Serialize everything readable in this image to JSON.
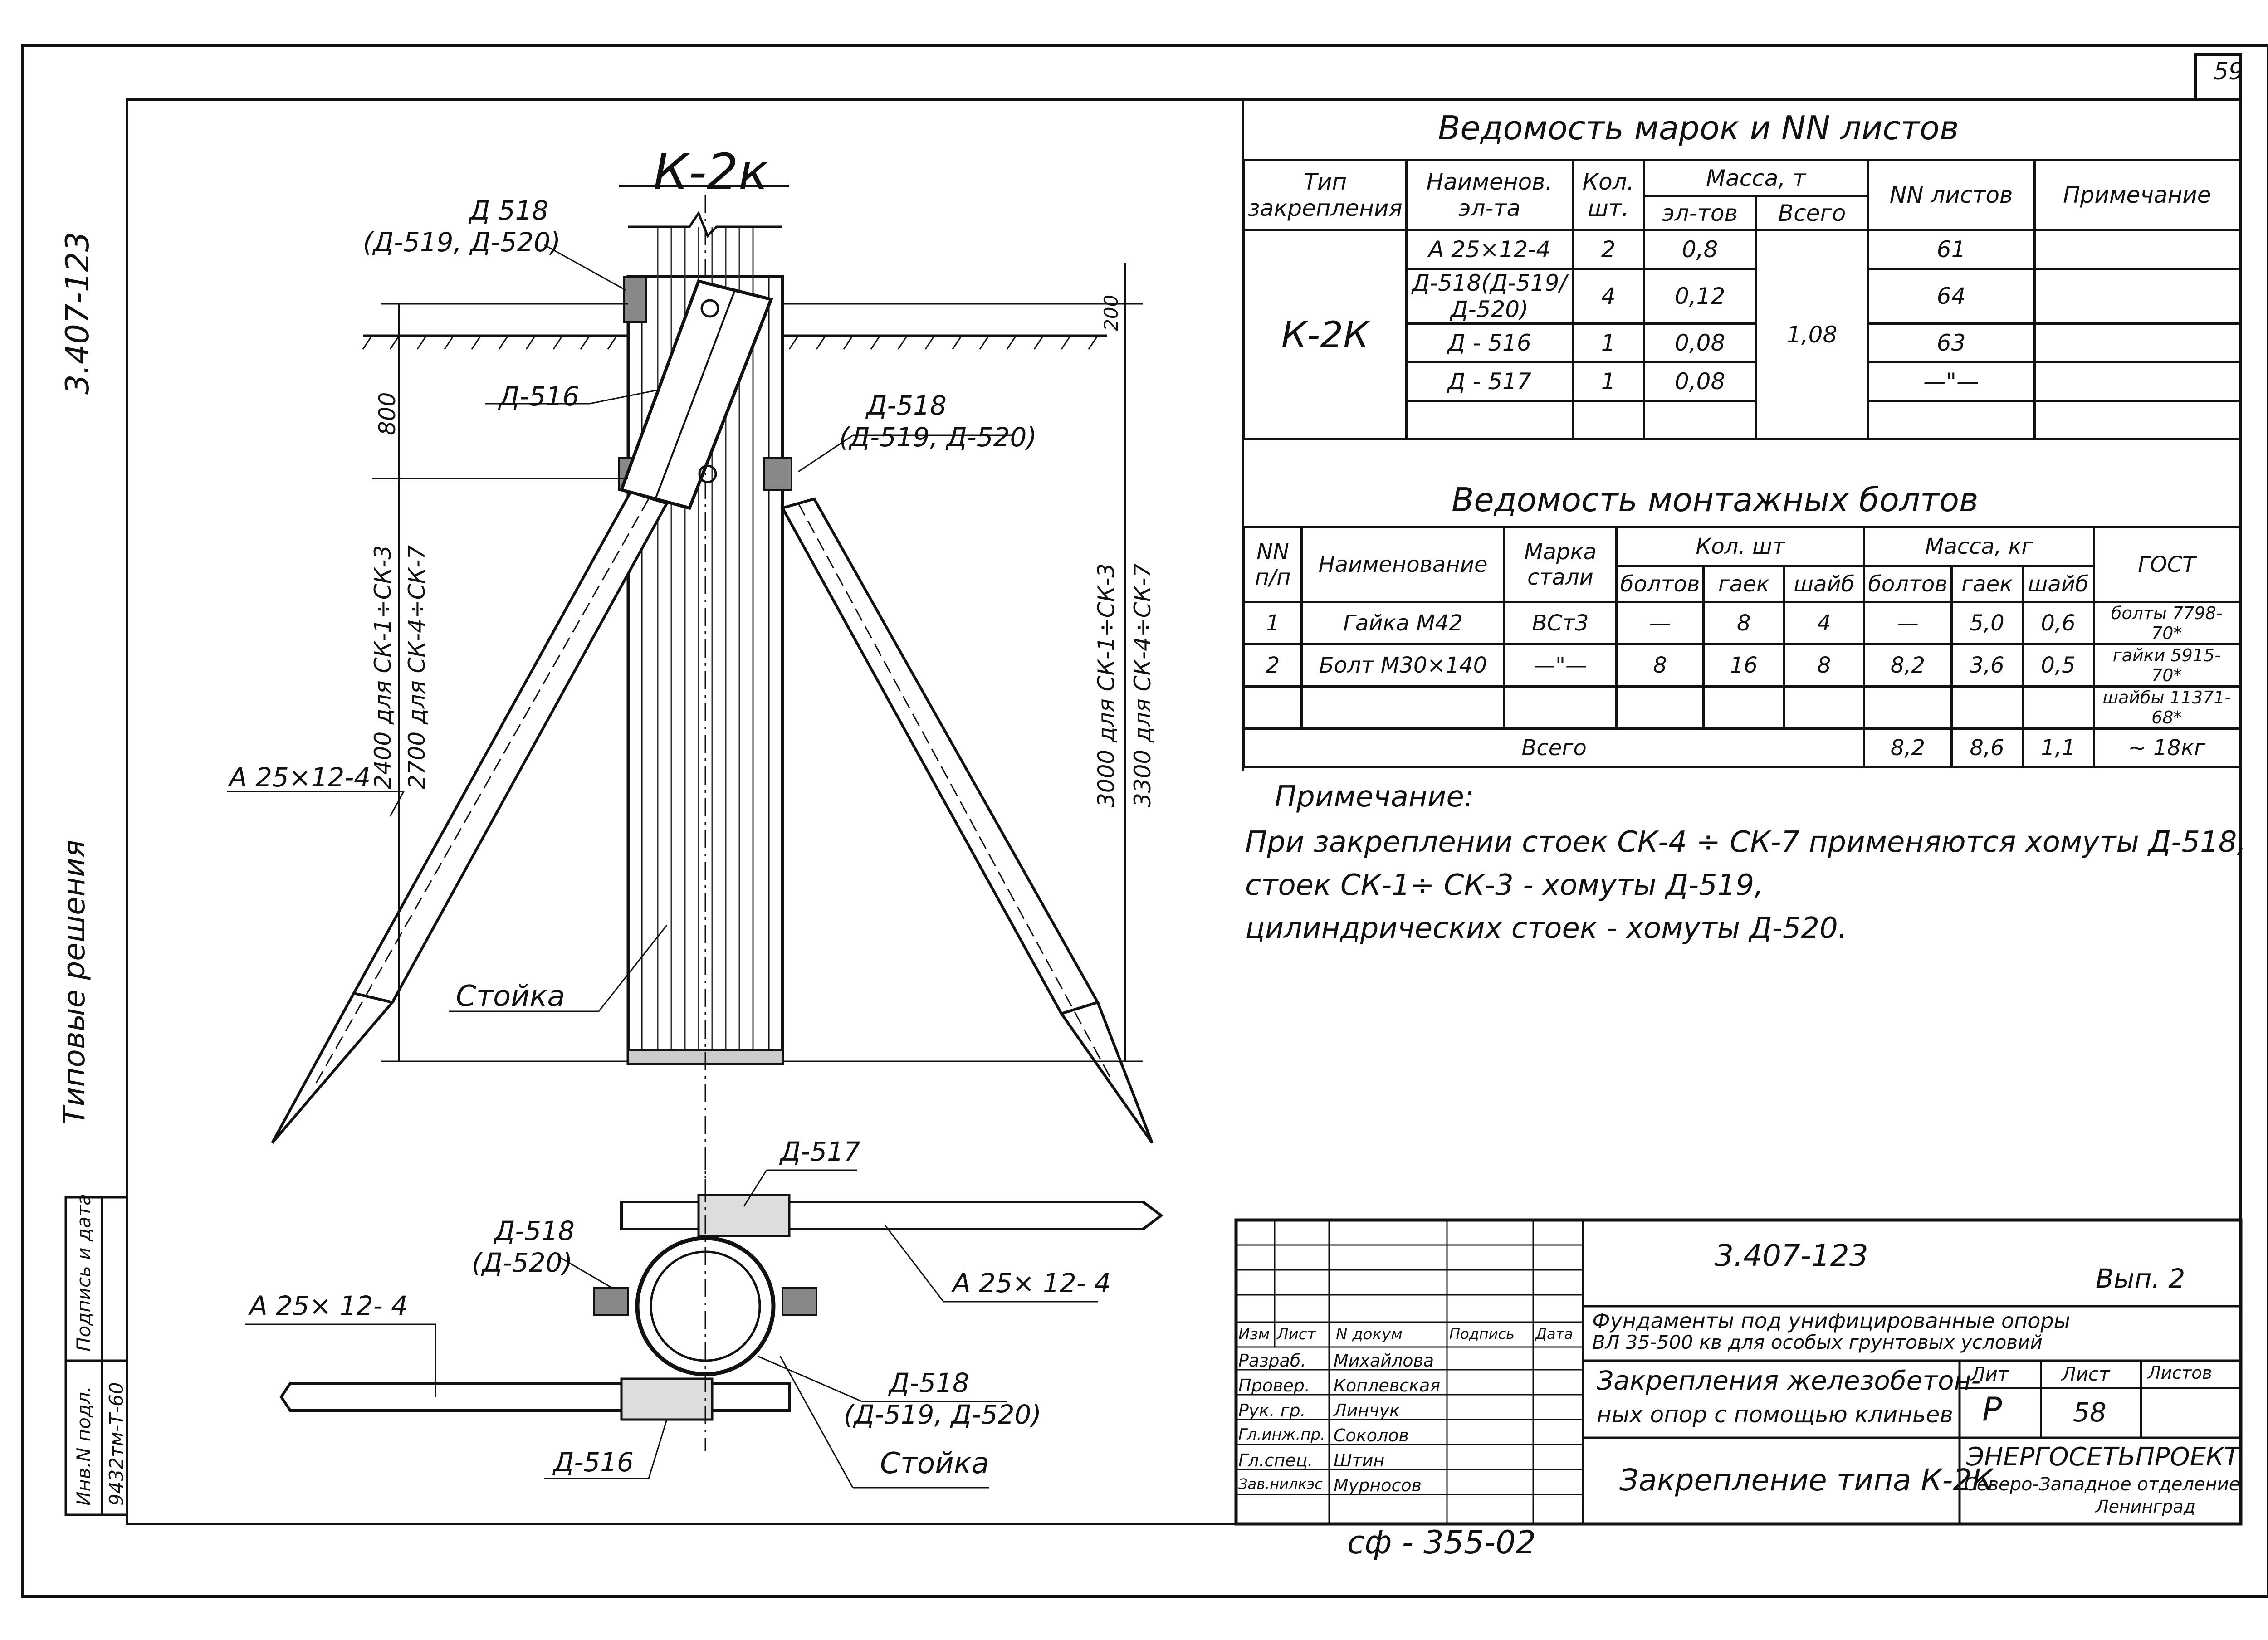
{
  "sheet_number": "59",
  "doc_code_vertical": "3.407-123",
  "tipovye": "Типовые решения",
  "left_stamp": {
    "inv": "Инв.N подл.",
    "sign": "Подпись и дата",
    "inv_value": "9432тм-Т-60"
  },
  "drawing": {
    "title": "К-2к",
    "d518_top": "Д 518",
    "d518_top_alt": "(Д-519, Д-520)",
    "d516": "Д-516",
    "d518_mid": "Д-518",
    "d518_mid_alt": "(Д-519, Д-520)",
    "dim_800": "800",
    "dim_200": "200",
    "dim_2400": "2400 для СК-1÷СК-3",
    "dim_2700": "2700 для СК-4÷СК-7",
    "dim_3000": "3000 для СК-1÷СК-3",
    "dim_3300": "3300 для СК-4÷СК-7",
    "a25_left": "А 25×12-4",
    "stoika": "Стойка"
  },
  "plan": {
    "d517": "Д-517",
    "d518": "Д-518",
    "d520": "(Д-520)",
    "a25_right": "А 25× 12- 4",
    "a25_left": "А 25× 12- 4",
    "d518_b": "Д-518",
    "d518_b_alt": "(Д-519, Д-520)",
    "d516": "Д-516",
    "stoika": "Стойка"
  },
  "table1": {
    "caption": "Ведомость марок и NN листов",
    "h_type": "Тип закрепления",
    "h_name": "Наименов. эл-та",
    "h_qty": "Кол. шт.",
    "h_mass": "Масса, т",
    "h_mass_el": "эл-тов",
    "h_mass_total": "Всего",
    "h_sheets": "NN листов",
    "h_note": "Примечание",
    "type_value": "К-2К",
    "total": "1,08",
    "rows": [
      {
        "name": "А 25×12-4",
        "qty": "2",
        "mass": "0,8",
        "sheet": "61"
      },
      {
        "name": "Д-518(Д-519/Д-520)",
        "qty": "4",
        "mass": "0,12",
        "sheet": "64"
      },
      {
        "name": "Д - 516",
        "qty": "1",
        "mass": "0,08",
        "sheet": "63"
      },
      {
        "name": "Д - 517",
        "qty": "1",
        "mass": "0,08",
        "sheet": "—\"—"
      }
    ]
  },
  "table2": {
    "caption": "Ведомость монтажных болтов",
    "h_nn": "NN п/п",
    "h_name": "Наименование",
    "h_steel": "Марка стали",
    "h_qty": "Кол. шт",
    "h_mass": "Масса, кг",
    "h_bolt": "болтов",
    "h_nut": "гаек",
    "h_washer": "шайб",
    "h_gost": "ГОСТ",
    "rows": [
      {
        "n": "1",
        "name": "Гайка М42",
        "steel": "ВСт3",
        "q_b": "—",
        "q_n": "8",
        "q_w": "4",
        "m_b": "—",
        "m_n": "5,0",
        "m_w": "0,6",
        "gost": "болты 7798-70*"
      },
      {
        "n": "2",
        "name": "Болт М30×140",
        "steel": "—\"—",
        "q_b": "8",
        "q_n": "16",
        "q_w": "8",
        "m_b": "8,2",
        "m_n": "3,6",
        "m_w": "0,5",
        "gost": "гайки 5915-70*"
      },
      {
        "n": "",
        "name": "",
        "steel": "",
        "q_b": "",
        "q_n": "",
        "q_w": "",
        "m_b": "",
        "m_n": "",
        "m_w": "",
        "gost": "шайбы 11371-68*"
      }
    ],
    "total_label": "Всего",
    "total_b": "8,2",
    "total_n": "8,6",
    "total_w": "1,1",
    "total_all": "~ 18кг"
  },
  "note": {
    "label": "Примечание:",
    "line1": "При закреплении стоек СК-4 ÷ СК-7 применяются хомуты Д-518,",
    "line2": "стоек СК-1÷ СК-3 - хомуты Д-519,",
    "line3": "цилиндрических стоек - хомуты Д-520."
  },
  "stamp": {
    "code": "3.407-123",
    "vyp": "Вып. 2",
    "desc1": "Фундаменты под унифицированные опоры",
    "desc2": "ВЛ 35-500 кв для особых грунтовых условий",
    "title1": "Закрепления железобетон-",
    "title2": "ных опор с помощью клиньев",
    "lit_h": "Лит",
    "list_h": "Лист",
    "listov_h": "Листов",
    "lit": "Р",
    "list": "58",
    "name": "Закрепление типа К-2К",
    "org1": "ЭНЕРГОСЕТЬПРОЕКТ",
    "org2": "Северо-Западное отделение",
    "org3": "Ленинград",
    "h_izm": "Изм",
    "h_list": "Лист",
    "h_doc": "N докум",
    "h_sign": "Подпись",
    "h_date": "Дата",
    "people": [
      {
        "role": "Разраб.",
        "name": "Михайлова"
      },
      {
        "role": "Провер.",
        "name": "Коплевская"
      },
      {
        "role": "Рук. гр.",
        "name": "Линчук"
      },
      {
        "role": "Гл.инж.пр.",
        "name": "Соколов"
      },
      {
        "role": "Гл.спец.",
        "name": "Штин"
      },
      {
        "role": "Зав.нилкэс",
        "name": "Мурносов"
      }
    ]
  },
  "bottom_code": "сф - 355-02"
}
